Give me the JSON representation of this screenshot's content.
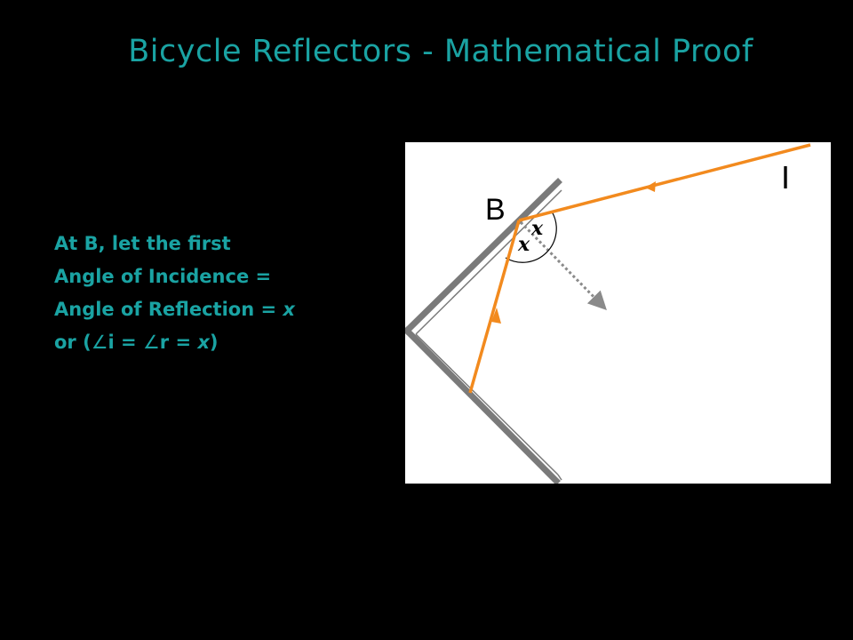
{
  "title": "Bicycle Reflectors - Mathematical Proof",
  "text": {
    "line1": "At B, let the first",
    "line2": "Angle of Incidence =",
    "line3_prefix": "Angle of Reflection = ",
    "var_x": "x",
    "line4_prefix": "or (",
    "angle_symbol": "∠",
    "i": "i",
    "eq": " = ",
    "r": "r",
    "close": ")"
  },
  "diagram": {
    "point_label": "B",
    "ray_label": "I",
    "angle_label_1": "x",
    "angle_label_2": "x",
    "colors": {
      "ray": "#f28a1e",
      "mirror": "#7a7a7a",
      "normal": "#8a8a8a",
      "text": "#1aa3a3"
    }
  }
}
